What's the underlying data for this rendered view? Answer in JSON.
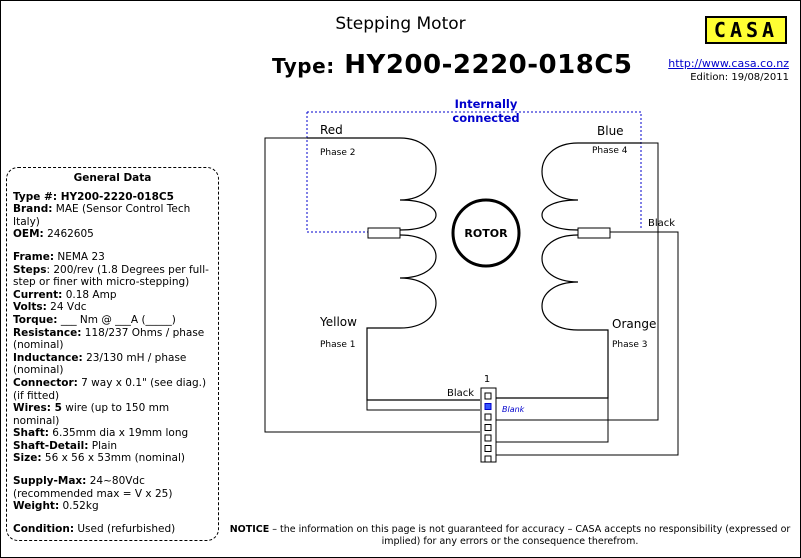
{
  "header": {
    "title": "Stepping Motor",
    "type_label": "Type:",
    "type_value": "HY200-2220-018C5",
    "logo_text": "CASA",
    "url": "http://www.casa.co.nz",
    "edition": "Edition: 19/08/2011"
  },
  "general_data": {
    "title": "General Data",
    "groups": [
      [
        {
          "label": "Type #:",
          "value": " HY200-2220-018C5",
          "value_bold": true
        },
        {
          "label": "Brand:",
          "value": " MAE (Sensor Control Tech Italy)"
        },
        {
          "label": "OEM:",
          "value": " 2462605"
        }
      ],
      [
        {
          "label": "Frame:",
          "value": " NEMA 23"
        },
        {
          "label": "Steps",
          "value": ": 200/rev (1.8 Degrees per full-step or finer with micro-stepping)"
        },
        {
          "label": "Current:",
          "value": " 0.18 Amp"
        },
        {
          "label": "Volts:",
          "value": " 24 Vdc"
        },
        {
          "label": "Torque:",
          "value": " ___ Nm @ ___A (_____)"
        },
        {
          "label": "Resistance:",
          "value": " 118/237 Ohms / phase (nominal)"
        },
        {
          "label": "Inductance:",
          "value": " 23/130 mH / phase (nominal)"
        },
        {
          "label": "Connector:",
          "value": " 7 way x 0.1\" (see diag.) (if fitted)"
        },
        {
          "label": "Wires: 5",
          "value": " wire (up to 150 mm nominal)"
        },
        {
          "label": "Shaft:",
          "value": " 6.35mm dia x 19mm long"
        },
        {
          "label": "Shaft-Detail:",
          "value": " Plain"
        },
        {
          "label": "Size:",
          "value": " 56 x 56 x 53mm (nominal)"
        }
      ],
      [
        {
          "label": "Supply-Max:",
          "value": " 24~80Vdc (recommended max = V x 25)"
        },
        {
          "label": "Weight:",
          "value": " 0.52kg"
        }
      ],
      [
        {
          "label": "Condition:",
          "value": " Used (refurbished)"
        }
      ]
    ]
  },
  "diagram": {
    "internal_note_line1": "Internally",
    "internal_note_line2": "connected",
    "rotor_label": "ROTOR",
    "coils": {
      "red": "Red",
      "phase2": "Phase 2",
      "yellow": "Yellow",
      "phase1": "Phase 1",
      "blue": "Blue",
      "phase4": "Phase 4",
      "orange": "Orange",
      "phase3": "Phase 3",
      "black_right": "Black",
      "black_connector": "Black"
    },
    "connector": {
      "pin_number": "1",
      "blank_label": "Blank"
    },
    "colors": {
      "internal": "#0000cc",
      "line": "#000000"
    }
  },
  "footer": {
    "notice_label": "NOTICE",
    "notice_text": " – the information on this page is not guaranteed for accuracy – CASA accepts no responsibility (expressed or implied) for any errors or the consequence therefrom."
  }
}
